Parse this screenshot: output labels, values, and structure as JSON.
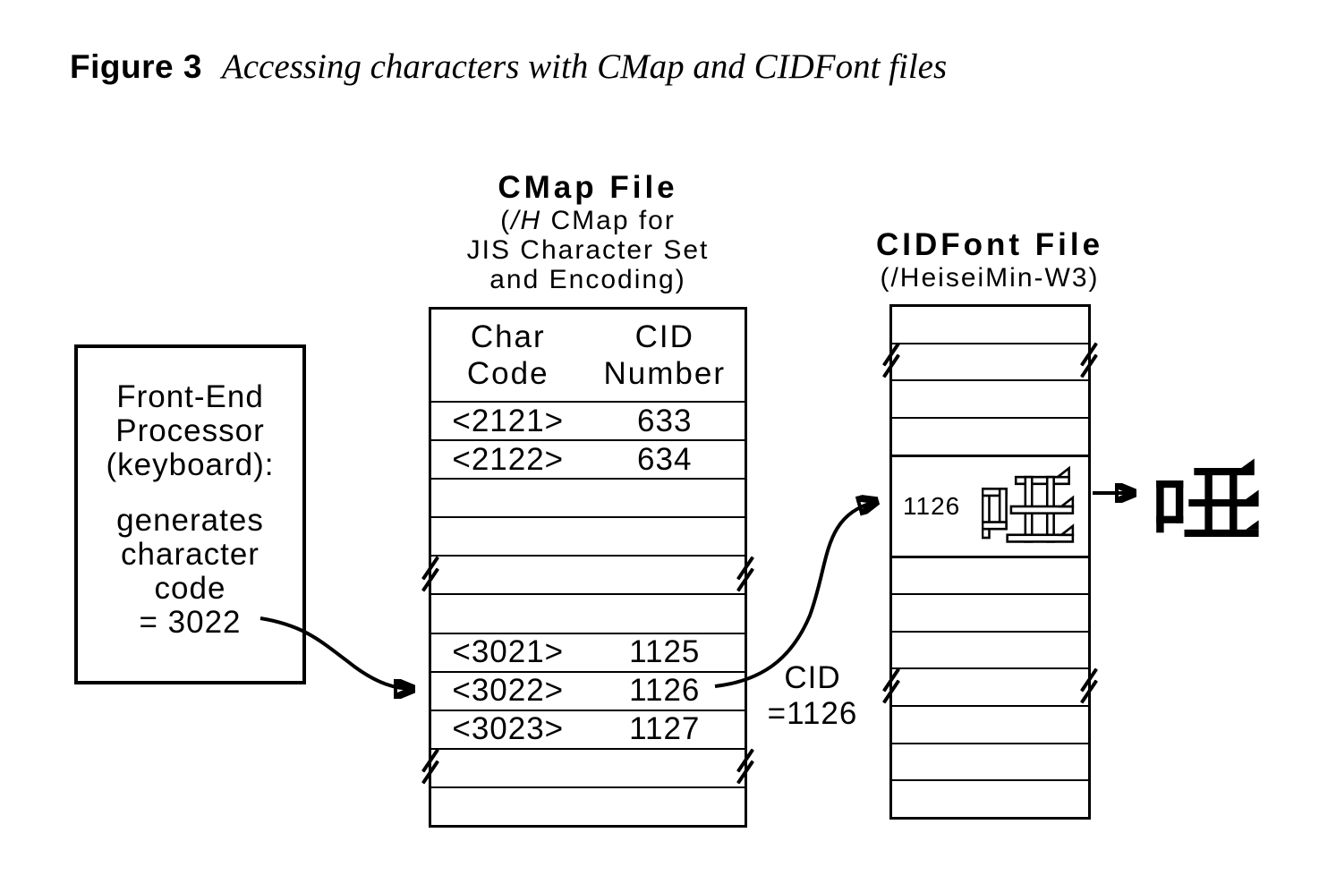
{
  "figure": {
    "label": "Figure 3",
    "title": "Accessing characters with CMap and CIDFont files"
  },
  "front_end": {
    "lines": [
      "Front-End",
      "Processor",
      "(keyboard):",
      "generates",
      "character",
      "code",
      "= 3022"
    ]
  },
  "cmap": {
    "title": "CMap File",
    "subtitle_open": "(",
    "subtitle_italic": "/H",
    "subtitle_rest": " CMap for",
    "subtitle_line2": "JIS Character Set",
    "subtitle_line3": "and Encoding)",
    "col1_line1": "Char",
    "col1_line2": "Code",
    "col2_line1": "CID",
    "col2_line2": "Number",
    "rows": [
      {
        "code": "<2121>",
        "cid": "633"
      },
      {
        "code": "<2122>",
        "cid": "634"
      },
      {
        "code": "",
        "cid": ""
      },
      {
        "code": "",
        "cid": ""
      },
      {
        "code": "",
        "cid": "",
        "break": true
      },
      {
        "code": "",
        "cid": ""
      },
      {
        "code": "<3021>",
        "cid": "1125"
      },
      {
        "code": "<3022>",
        "cid": "1126"
      },
      {
        "code": "<3023>",
        "cid": "1127"
      },
      {
        "code": "",
        "cid": "",
        "break": true
      },
      {
        "code": "",
        "cid": ""
      }
    ]
  },
  "cid_note": {
    "line1": "CID",
    "line2": "=1126"
  },
  "cidfont": {
    "title": "CIDFont File",
    "subtitle": "(/HeiseiMin-W3)",
    "highlight_cid": "1126",
    "glyph_char": "唖"
  },
  "colors": {
    "ink": "#000000",
    "background": "#ffffff"
  }
}
